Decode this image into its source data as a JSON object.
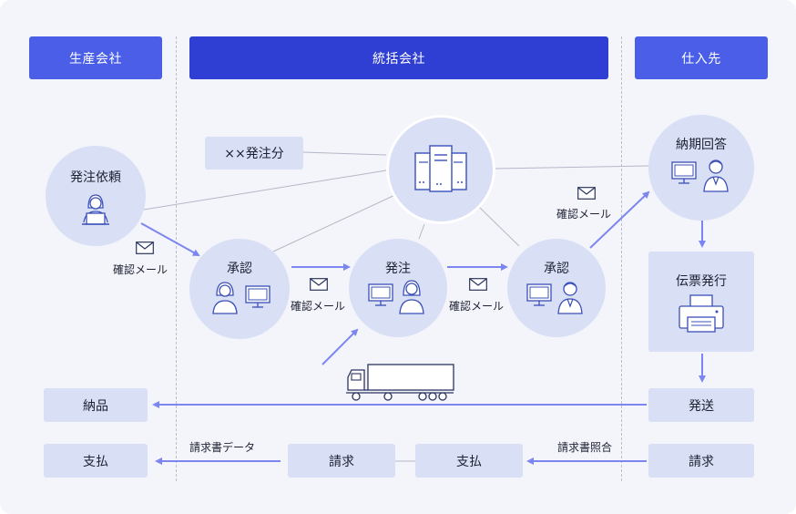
{
  "headers": {
    "producer": "生産会社",
    "hq": "統括会社",
    "supplier": "仕入先"
  },
  "tag": "××発注分",
  "nodes": {
    "order_request": "発注依頼",
    "approval_left": "承認",
    "order": "発注",
    "approval_right": "承認",
    "delivery_reply": "納期回答",
    "slip_issue": "伝票発行",
    "shipping": "発送",
    "delivery": "納品",
    "payment_left": "支払",
    "billing_mid": "請求",
    "payment_mid": "支払",
    "billing_right": "請求"
  },
  "edge_labels": {
    "confirm_mail_1": "確認メール",
    "confirm_mail_2": "確認メール",
    "confirm_mail_3": "確認メール",
    "confirm_mail_4": "確認メール",
    "invoice_data": "請求書データ",
    "invoice_match": "請求書照合"
  },
  "colors": {
    "header_light": "#4a5ee8",
    "header_dark": "#2f3fd4",
    "node_fill": "#d9dff5",
    "arrow": "#7b86f0",
    "icon_line": "#3a4fb8"
  },
  "icons": {
    "server": "server-icon",
    "person_laptop": "person-laptop-icon",
    "person_monitor": "person-monitor-icon",
    "mail": "mail-icon",
    "printer": "printer-icon",
    "truck": "truck-icon"
  }
}
